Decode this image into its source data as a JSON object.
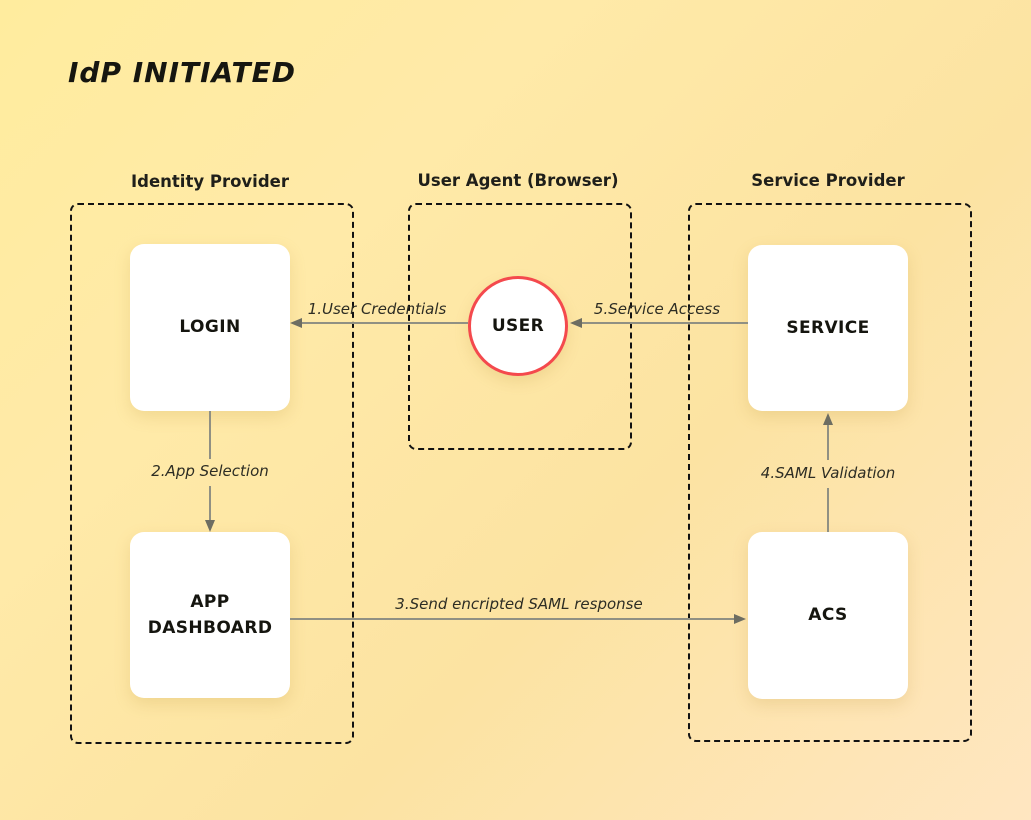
{
  "title": "IdP INITIATED",
  "diagram": {
    "type": "flow-diagram",
    "groups": [
      {
        "id": "identity-provider",
        "label": "Identity Provider",
        "nodes": [
          {
            "id": "login",
            "label": "LOGIN",
            "shape": "rect"
          },
          {
            "id": "app-dashboard",
            "label": "APP DASHBOARD",
            "shape": "rect"
          }
        ]
      },
      {
        "id": "user-agent",
        "label": "User Agent (Browser)",
        "nodes": [
          {
            "id": "user",
            "label": "USER",
            "shape": "circle"
          }
        ]
      },
      {
        "id": "service-provider",
        "label": "Service Provider",
        "nodes": [
          {
            "id": "service",
            "label": "SERVICE",
            "shape": "rect"
          },
          {
            "id": "acs",
            "label": "ACS",
            "shape": "rect"
          }
        ]
      }
    ],
    "edges": [
      {
        "from": "user",
        "to": "login",
        "label": "1.User Credentials",
        "direction": "left"
      },
      {
        "from": "login",
        "to": "app-dashboard",
        "label": "2.App Selection",
        "direction": "down"
      },
      {
        "from": "app-dashboard",
        "to": "acs",
        "label": "3.Send encripted SAML response",
        "direction": "right"
      },
      {
        "from": "acs",
        "to": "service",
        "label": "4.SAML Validation",
        "direction": "up"
      },
      {
        "from": "service",
        "to": "user",
        "label": "5.Service Access",
        "direction": "left"
      }
    ],
    "colors": {
      "background_start": "#ffec9e",
      "background_end": "#ffe6c1",
      "node_fill": "#ffffff",
      "group_border": "#121212",
      "user_circle_border": "#f4494d",
      "arrow": "#909083",
      "text": "#15150f"
    }
  }
}
